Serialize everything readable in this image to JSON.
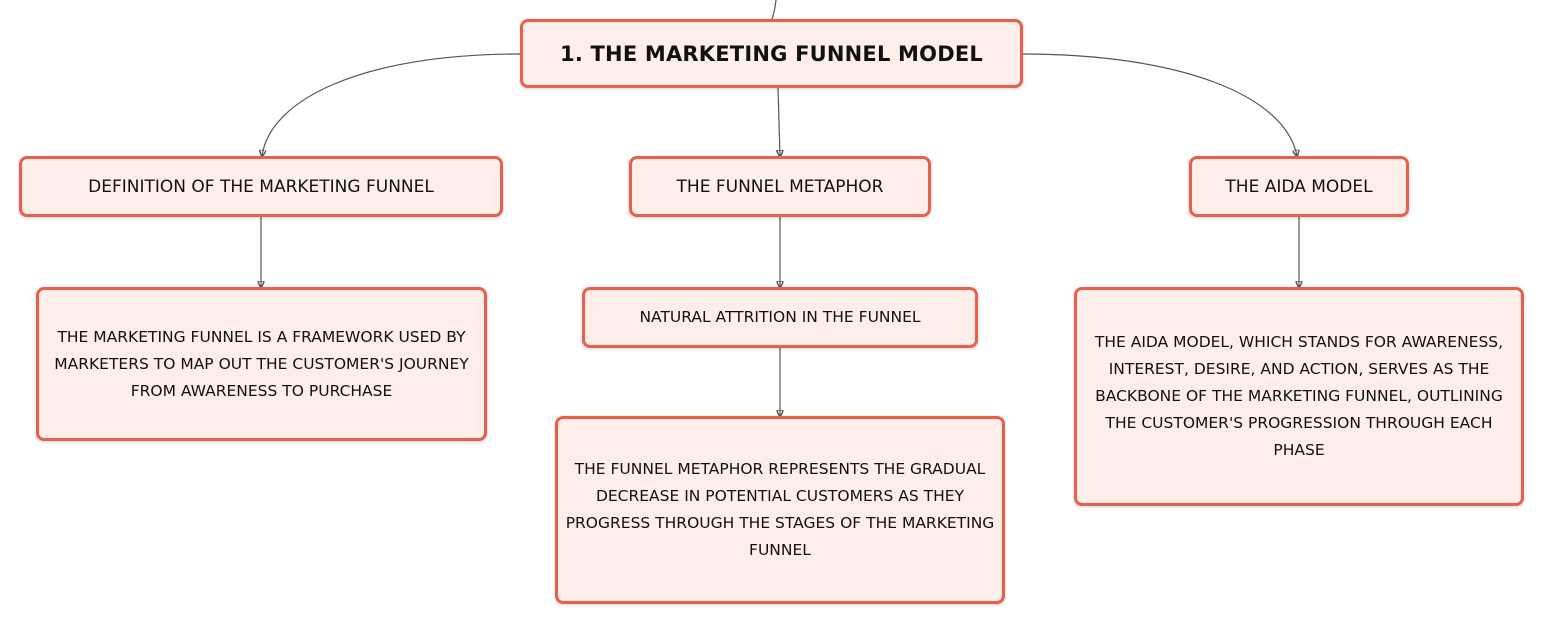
{
  "colors": {
    "node_border": "#e8604c",
    "node_fill": "#fdeeea",
    "connector": "#555555"
  },
  "root": {
    "label": "1. THE MARKETING FUNNEL MODEL"
  },
  "topics": {
    "definition": {
      "label": "DEFINITION OF THE MARKETING FUNNEL"
    },
    "metaphor": {
      "label": "THE FUNNEL METAPHOR"
    },
    "aida": {
      "label": "THE AIDA MODEL"
    }
  },
  "details": {
    "definition": {
      "text": "THE MARKETING FUNNEL IS A FRAMEWORK USED BY MARKETERS TO MAP OUT THE CUSTOMER'S JOURNEY FROM AWARENESS TO PURCHASE"
    },
    "attrition": {
      "label": "NATURAL ATTRITION IN THE FUNNEL"
    },
    "metaphor": {
      "text": "THE FUNNEL METAPHOR REPRESENTS THE GRADUAL DECREASE IN POTENTIAL CUSTOMERS AS THEY PROGRESS THROUGH THE STAGES OF THE MARKETING FUNNEL"
    },
    "aida": {
      "text": "THE AIDA MODEL, WHICH STANDS FOR AWARENESS, INTEREST, DESIRE, AND ACTION, SERVES AS THE BACKBONE OF THE MARKETING FUNNEL, OUTLINING THE CUSTOMER'S PROGRESSION THROUGH EACH PHASE"
    }
  }
}
